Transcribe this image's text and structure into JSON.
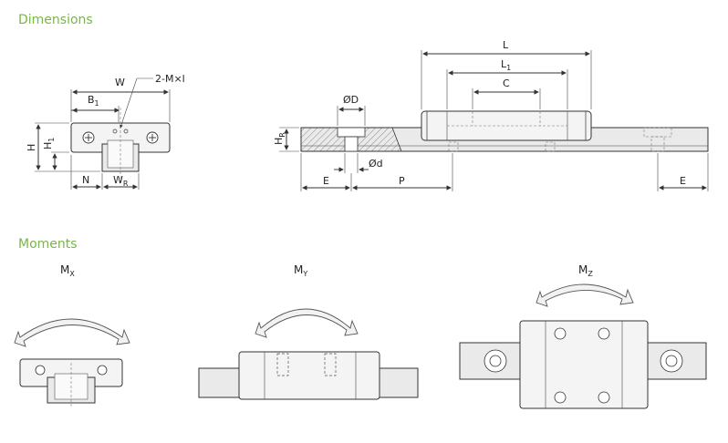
{
  "sections": {
    "dimensions": "Dimensions",
    "moments": "Moments"
  },
  "dimension_labels": {
    "W": "W",
    "B1": "B",
    "B1_sub": "1",
    "H": "H",
    "H1": "H",
    "H1_sub": "1",
    "N": "N",
    "WR": "W",
    "WR_sub": "R",
    "thread": "2-M×l",
    "L": "L",
    "L1": "L",
    "L1_sub": "1",
    "C": "C",
    "HR": "H",
    "HR_sub": "R",
    "OD": "ØD",
    "Od": "Ød",
    "E_left": "E",
    "P": "P",
    "E_right": "E"
  },
  "moment_labels": {
    "MX": "M",
    "MX_sub": "X",
    "MY": "M",
    "MY_sub": "Y",
    "MZ": "M",
    "MZ_sub": "Z"
  },
  "colors": {
    "section_title": "#7ab648",
    "line": "#333333"
  }
}
